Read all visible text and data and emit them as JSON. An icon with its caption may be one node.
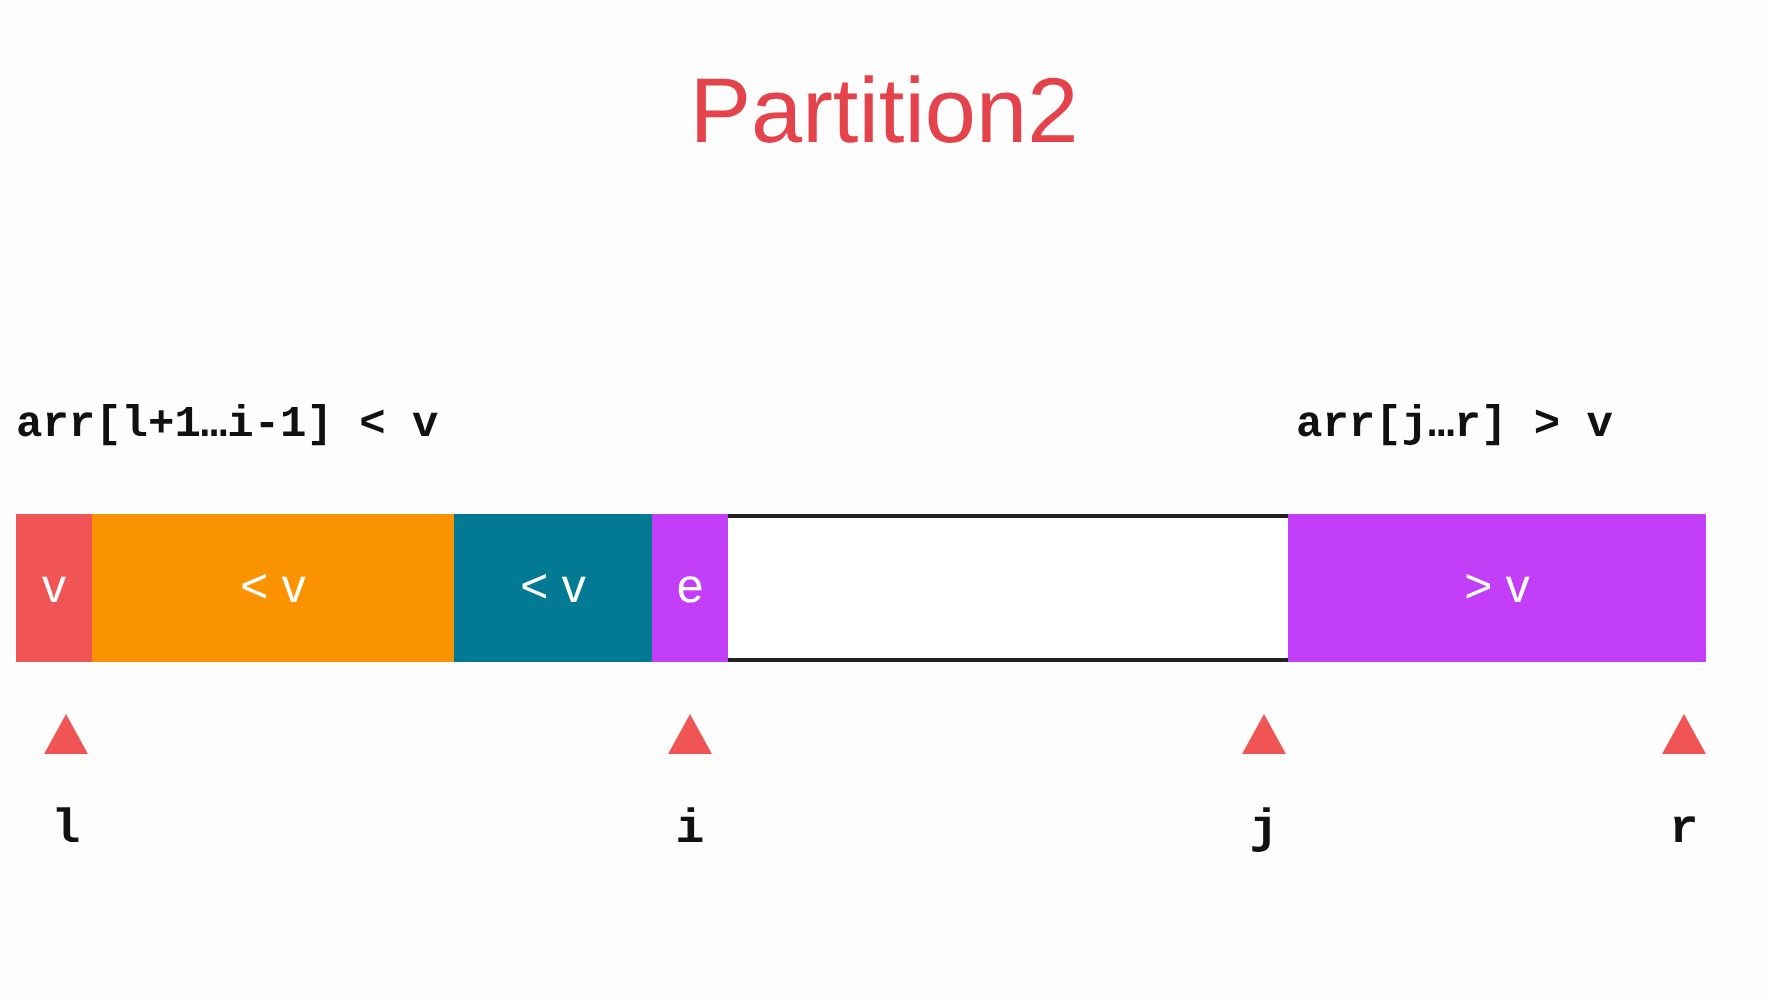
{
  "diagram": {
    "title": "Partition2",
    "nodes": [
      {
        "text": [
          "v"
        ]
      },
      {
        "text": [
          "< v"
        ]
      },
      {
        "text": [
          "< v"
        ]
      },
      {
        "text": [
          "e"
        ]
      },
      {
        "text": [],
        "shape": "box"
      },
      {
        "text": [
          "> v"
        ]
      }
    ],
    "labels": [
      "arr[l+1…i-1] < v",
      "arr[j…r] > v",
      "l",
      "i",
      "j",
      "r"
    ]
  }
}
